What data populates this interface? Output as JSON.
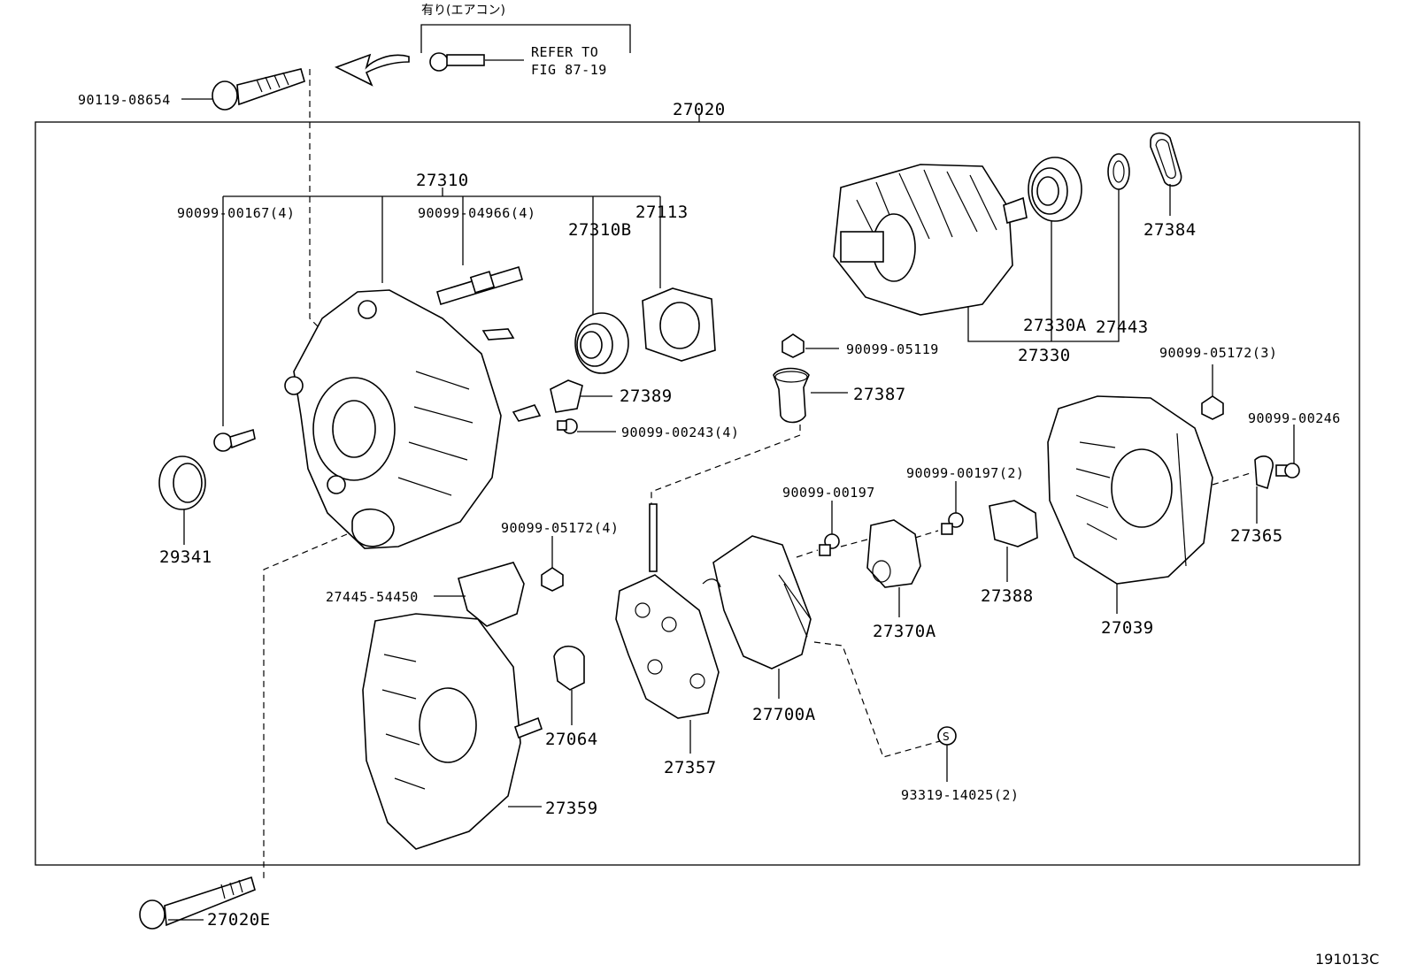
{
  "diagram": {
    "header_note": "有り(エアコン)",
    "refer_text": [
      "REFER TO",
      "FIG 87-19"
    ],
    "figure_id": "191013C",
    "labels": {
      "p90119": "90119-08654",
      "p27020": "27020",
      "p27310": "27310",
      "p90099_00167": "90099-00167(4)",
      "p90099_04966": "90099-04966(4)",
      "p27310B": "27310B",
      "p27113": "27113",
      "p27384": "27384",
      "p27330A": "27330A",
      "p27443": "27443",
      "p27330": "27330",
      "p90099_05119": "90099-05119",
      "p27387": "27387",
      "p27389": "27389",
      "p90099_00243": "90099-00243(4)",
      "p90099_05172_3": "90099-05172(3)",
      "p90099_00246": "90099-00246",
      "p29341": "29341",
      "p90099_00197": "90099-00197",
      "p90099_00197_2": "90099-00197(2)",
      "p90099_05172_4": "90099-05172(4)",
      "p27365": "27365",
      "p27445": "27445-54450",
      "p27388": "27388",
      "p27370A": "27370A",
      "p27039": "27039",
      "p27064": "27064",
      "p27700A": "27700A",
      "p27357": "27357",
      "p93319": "93319-14025(2)",
      "p27359": "27359",
      "p27020E": "27020E"
    }
  }
}
